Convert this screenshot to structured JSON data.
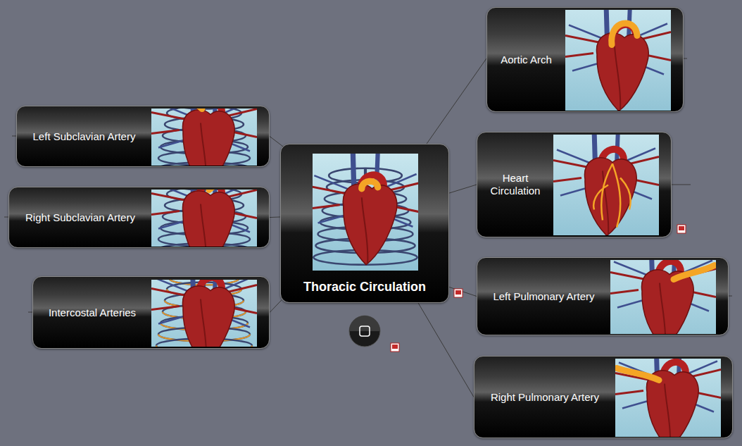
{
  "diagram": {
    "nodes": [
      {
        "text": [
          "Thoracic Circulation"
        ]
      },
      {
        "text": [
          "Left Subclavian Artery"
        ]
      },
      {
        "text": [
          "Right Subclavian Artery"
        ]
      },
      {
        "text": [
          "Intercostal Arteries"
        ]
      },
      {
        "text": [
          "Aortic Arch"
        ]
      },
      {
        "text": [
          "Heart Circulation"
        ]
      },
      {
        "text": [
          "Left Pulmonary Artery"
        ]
      },
      {
        "text": [
          "Right Pulmonary Artery"
        ]
      }
    ],
    "edges": [
      {
        "from": 0,
        "to": 1,
        "arrow": "none"
      },
      {
        "from": 0,
        "to": 2,
        "arrow": "none"
      },
      {
        "from": 0,
        "to": 3,
        "arrow": "none"
      },
      {
        "from": 0,
        "to": 4,
        "arrow": "none"
      },
      {
        "from": 0,
        "to": 5,
        "arrow": "none"
      },
      {
        "from": 0,
        "to": 6,
        "arrow": "none"
      },
      {
        "from": 0,
        "to": 7,
        "arrow": "none"
      }
    ]
  }
}
